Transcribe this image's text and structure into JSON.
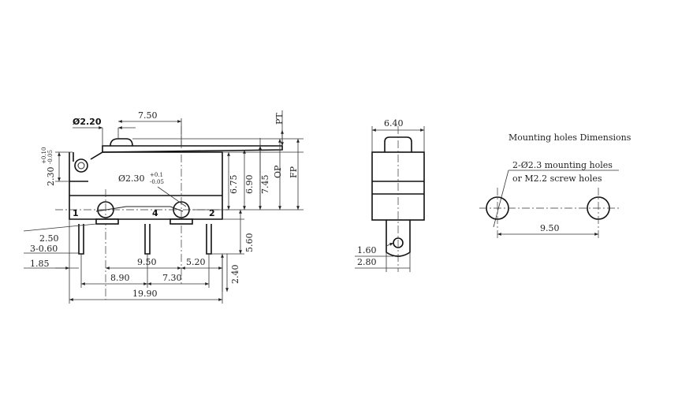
{
  "title": "Mounting holes Dimensions",
  "front": {
    "hole_dia": "Ø2.20",
    "lever_offset": "7.50",
    "pt": "PT",
    "op": "OP",
    "fp": "FP",
    "dim_675": "6.75",
    "dim_690": "6.90",
    "dim_745": "7.45",
    "dim_560": "5.60",
    "dim_240": "2.40",
    "dim_230_base": "2.30",
    "dim_230_tol_upper": "+0.10",
    "dim_230_tol_lower": "-0.05",
    "hole2_base": "Ø2.30",
    "hole2_tol_upper": "+0.1",
    "hole2_tol_lower": "-0.05",
    "pin1": "1",
    "pin4": "4",
    "pin2": "2",
    "dim_250": "2.50",
    "dim_pins": "3-0.60",
    "dim_185": "1.85",
    "dim_950": "9.50",
    "dim_520": "5.20",
    "dim_890": "8.90",
    "dim_730": "7.30",
    "dim_1990": "19.90"
  },
  "side": {
    "width": "6.40",
    "dim_160": "1.60",
    "dim_280": "2.80"
  },
  "mounting": {
    "line1": "2-Ø2.3 mounting holes",
    "line2": "or M2.2 screw holes",
    "spacing": "9.50"
  }
}
